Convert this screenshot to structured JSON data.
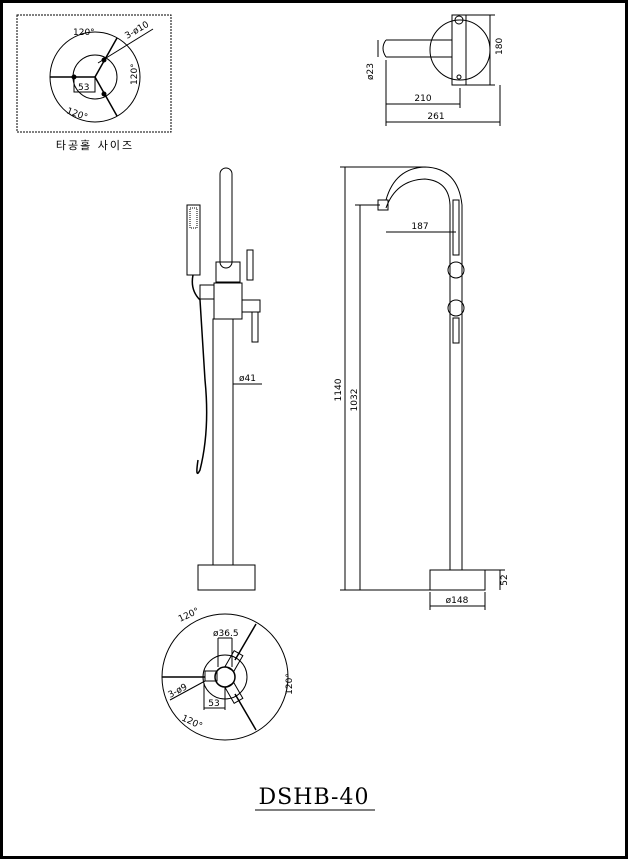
{
  "model": "DSHB-40",
  "hole_size": {
    "label": "타공홀 사이즈",
    "angle_top": "120°",
    "angle_right": "120°",
    "angle_bottom": "120°",
    "holes": "3-ø10",
    "offset": "53"
  },
  "side_top_view": {
    "dia": "ø23",
    "height": "180",
    "reach": "210",
    "total": "261"
  },
  "front_view": {
    "pipe_dia": "ø41"
  },
  "side_view": {
    "total_height": "1140",
    "spout_height": "1032",
    "spout_reach": "187",
    "base_height": "52",
    "base_dia": "ø148"
  },
  "base_view": {
    "angle_top": "120°",
    "angle_right": "120°",
    "angle_bottom": "120°",
    "dia": "ø36.5",
    "holes": "3-ø9",
    "offset": "53"
  }
}
